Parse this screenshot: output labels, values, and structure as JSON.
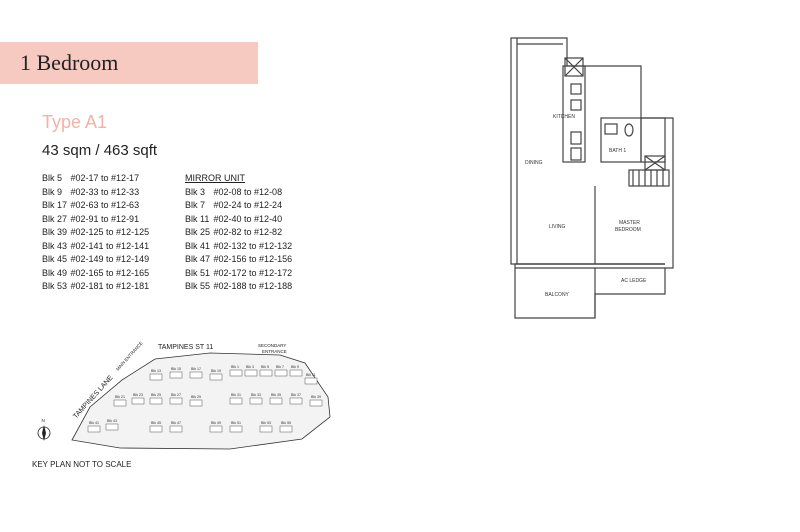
{
  "banner": {
    "title": "1 Bedroom"
  },
  "unit_type": {
    "name": "Type A1",
    "size": "43 sqm / 463 sqft"
  },
  "units": [
    {
      "blk": "Blk 5",
      "range": "#02-17  to #12-17"
    },
    {
      "blk": "Blk 9",
      "range": "#02-33  to #12-33"
    },
    {
      "blk": "Blk 17",
      "range": "#02-63  to #12-63"
    },
    {
      "blk": "Blk 27",
      "range": "#02-91  to #12-91"
    },
    {
      "blk": "Blk 39",
      "range": "#02-125 to #12-125"
    },
    {
      "blk": "Blk 43",
      "range": "#02-141 to #12-141"
    },
    {
      "blk": "Blk 45",
      "range": "#02-149 to #12-149"
    },
    {
      "blk": "Blk 49",
      "range": "#02-165 to #12-165"
    },
    {
      "blk": "Blk 53",
      "range": "#02-181 to #12-181"
    }
  ],
  "mirror": {
    "heading": "MIRROR UNIT",
    "units": [
      {
        "blk": "Blk 3",
        "range": "#02-08  to #12-08"
      },
      {
        "blk": "Blk 7",
        "range": "#02-24  to #12-24"
      },
      {
        "blk": "Blk 11",
        "range": "#02-40  to #12-40"
      },
      {
        "blk": "Blk 25",
        "range": "#02-82  to #12-82"
      },
      {
        "blk": "Blk 41",
        "range": "#02-132 to #12-132"
      },
      {
        "blk": "Blk 47",
        "range": "#02-156 to #12-156"
      },
      {
        "blk": "Blk 51",
        "range": "#02-172 to #12-172"
      },
      {
        "blk": "Blk 55",
        "range": "#02-188 to #12-188"
      }
    ]
  },
  "floor_plan": {
    "labels": {
      "kitchen": "KITCHEN",
      "dining": "DINING",
      "bath": "BATH 1",
      "living": "LIVING",
      "master_line1": "MASTER",
      "master_line2": "BEDROOM",
      "balcony": "BALCONY",
      "ac_ledge": "AC LEDGE"
    }
  },
  "key_plan": {
    "roads": {
      "top": "TAMPINES ST 11",
      "left": "TAMPINES LANE"
    },
    "entrances": {
      "main": "MAIN ENTRANCE",
      "secondary_line1": "SECONDARY",
      "secondary_line2": "ENTRANCE"
    },
    "north": "N",
    "blocks": [
      "Blk 1",
      "Blk 3",
      "Blk 5",
      "Blk 7",
      "Blk 9",
      "Blk 11",
      "Blk 13",
      "Blk 15",
      "Blk 17",
      "Blk 19",
      "Blk 21",
      "Blk 23",
      "Blk 25",
      "Blk 27",
      "Blk 29",
      "Blk 31",
      "Blk 33",
      "Blk 35",
      "Blk 37",
      "Blk 39",
      "Blk 41",
      "Blk 43",
      "Blk 45",
      "Blk 47",
      "Blk 49",
      "Blk 51",
      "Blk 53",
      "Blk 55"
    ],
    "note": "KEY PLAN NOT TO SCALE"
  },
  "colors": {
    "banner": "#f6c9c1",
    "type_label": "#f2b2a6"
  }
}
